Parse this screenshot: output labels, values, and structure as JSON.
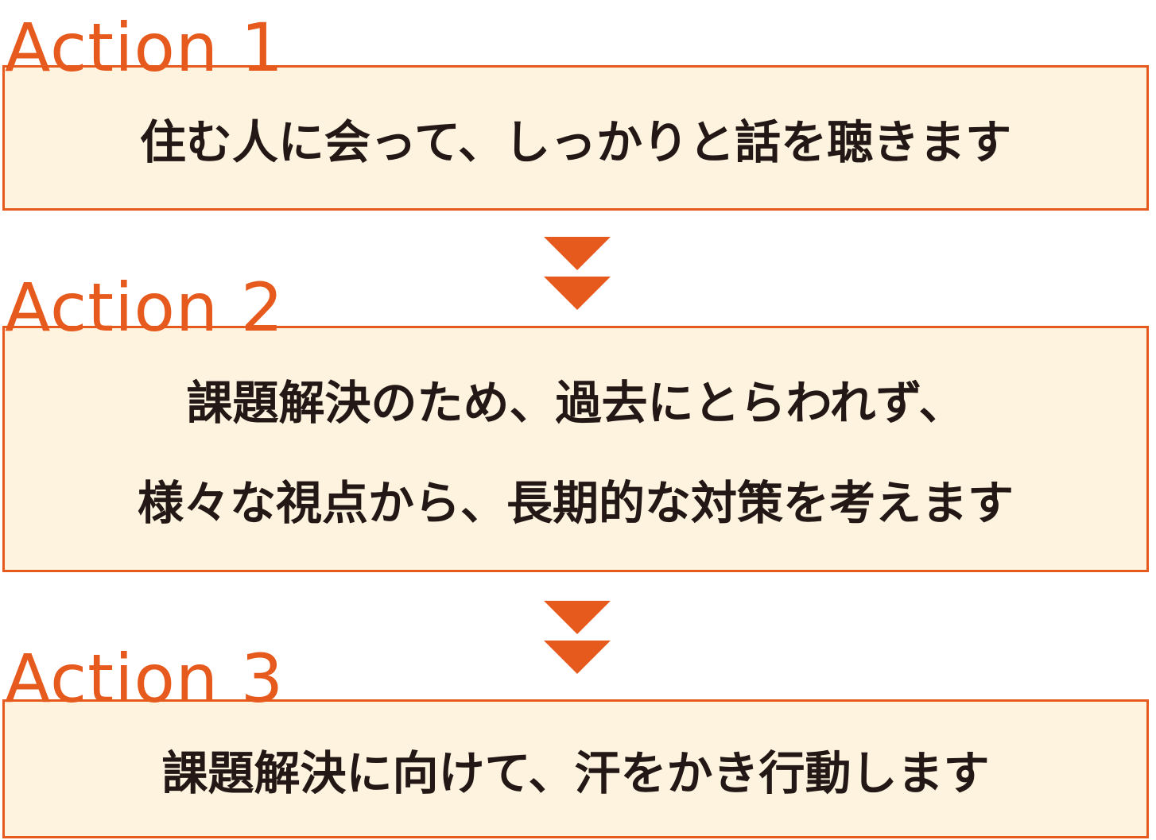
{
  "steps": [
    {
      "label": "Action 1",
      "lines": [
        "住む人に会って、しっかりと話を聴きます"
      ]
    },
    {
      "label": "Action 2",
      "lines": [
        "課題解決のため、過去にとらわれず、",
        "様々な視点から、長期的な対策を考えます"
      ]
    },
    {
      "label": "Action 3",
      "lines": [
        "課題解決に向けて、汗をかき行動します"
      ]
    }
  ],
  "colors": {
    "accent": "#e65a1e",
    "box_fill": "#fdf3df",
    "text": "#231815"
  },
  "icons": {
    "connector": "double-chevron-down-icon"
  }
}
